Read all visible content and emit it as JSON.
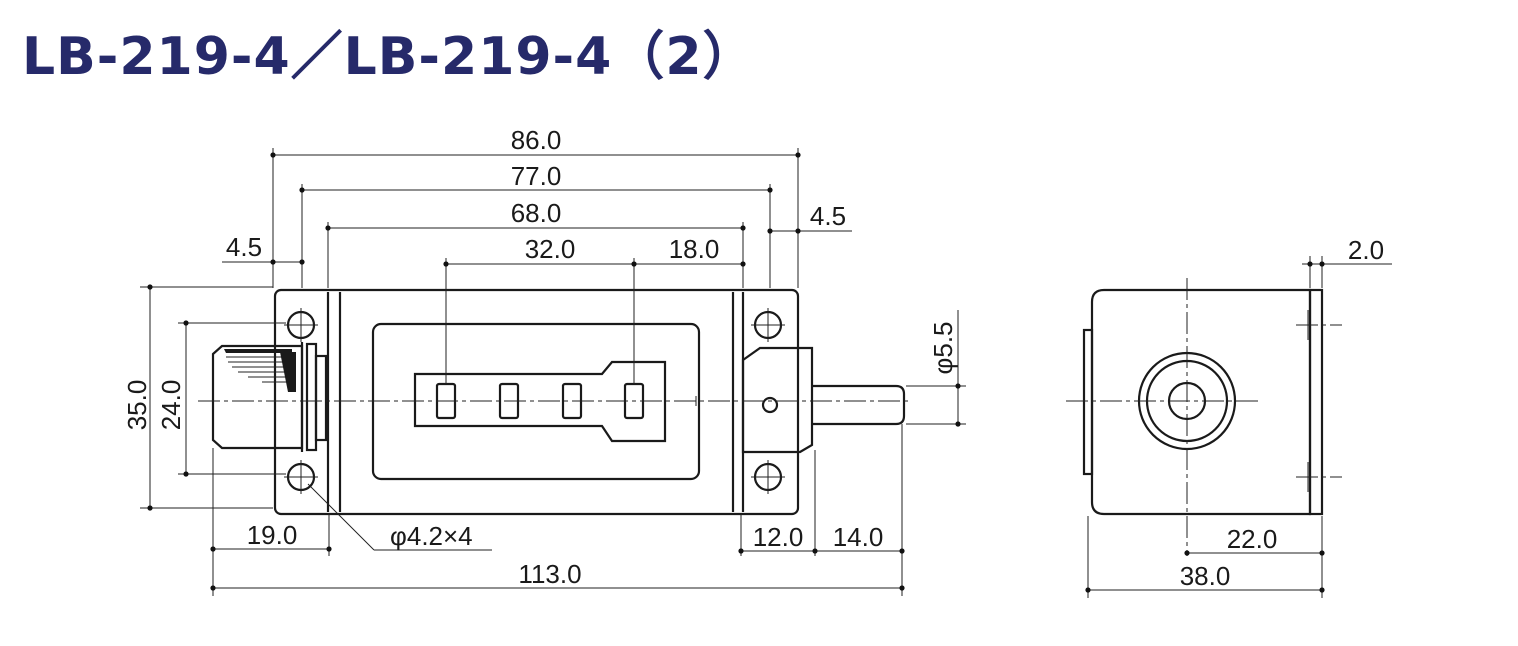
{
  "title": "LB-219-4／LB-219-4（2）",
  "dimensions": {
    "d86": "86.0",
    "d77": "77.0",
    "d68": "68.0",
    "d32": "32.0",
    "d18": "18.0",
    "d45_left": "4.5",
    "d45_right": "4.5",
    "d35": "35.0",
    "d24": "24.0",
    "d19": "19.0",
    "hole": "φ4.2×4",
    "d12": "12.0",
    "d14": "14.0",
    "d113": "113.0",
    "shaft": "φ5.5",
    "d2": "2.0",
    "d22": "22.0",
    "d38": "38.0"
  }
}
